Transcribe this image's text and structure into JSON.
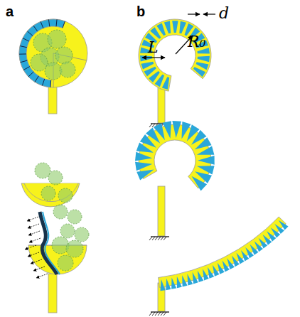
{
  "diagram": {
    "labels": [
      "a",
      "b",
      "d",
      "L",
      "R₀"
    ]
  }
}
